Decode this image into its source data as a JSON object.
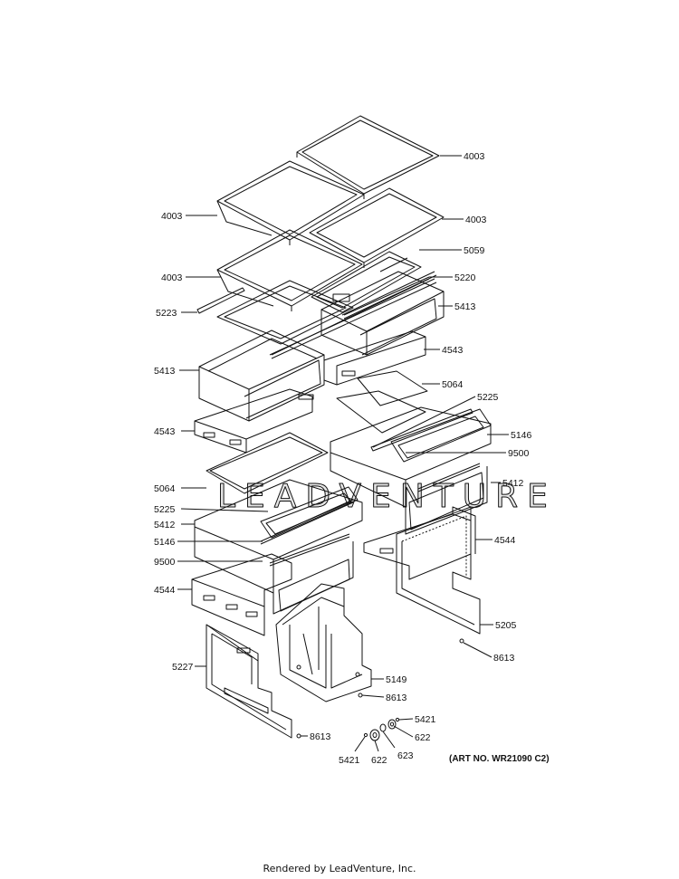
{
  "callouts": {
    "c4003_a": "4003",
    "c4003_b": "4003",
    "c4003_c": "4003",
    "c4003_d": "4003",
    "c5059": "5059",
    "c5220": "5220",
    "c5223": "5223",
    "c5413_a": "5413",
    "c5413_b": "5413",
    "c4543_a": "4543",
    "c4543_b": "4543",
    "c5064_a": "5064",
    "c5064_b": "5064",
    "c5225_a": "5225",
    "c5225_b": "5225",
    "c5146_a": "5146",
    "c5146_b": "5146",
    "c9500_a": "9500",
    "c9500_b": "9500",
    "c5412_a": "5412",
    "c5412_b": "5412",
    "c4544_a": "4544",
    "c4544_b": "4544",
    "c5205": "5205",
    "c8613_a": "8613",
    "c8613_b": "8613",
    "c8613_c": "8613",
    "c5227": "5227",
    "c5149": "5149",
    "c5421_a": "5421",
    "c5421_b": "5421",
    "c622_a": "622",
    "c622_b": "622",
    "c623": "623"
  },
  "art_number": "(ART NO. WR21090 C2)",
  "watermark": "LEADVENTURE",
  "footer": "Rendered by LeadVenture, Inc."
}
